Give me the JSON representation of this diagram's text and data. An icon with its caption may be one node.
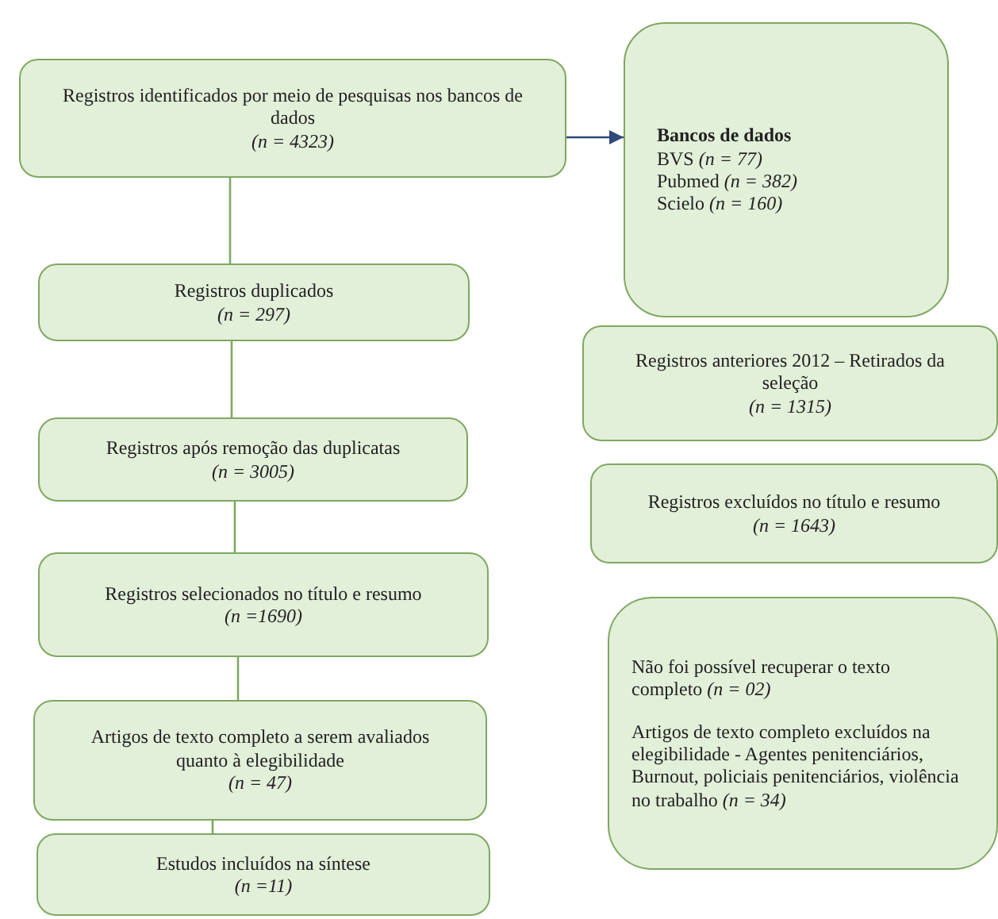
{
  "diagram": {
    "nodes": [
      {
        "text": [
          "Registros identificados por meio de pesquisas nos bancos de dados",
          "(n = 4323)"
        ]
      },
      {
        "text": [
          "Bancos de dados",
          "BVS *(n = 77)*",
          "Pubmed *(n = 382)*",
          "Scielo *(n = 160)*"
        ]
      },
      {
        "text": [
          "Registros duplicados",
          "(n = 297)"
        ]
      },
      {
        "text": [
          "Registros após remoção das duplicatas",
          "(n = 3005)"
        ]
      },
      {
        "text": [
          "Registros selecionados no título e resumo",
          "(n =1690)"
        ]
      },
      {
        "text": [
          "Artigos de texto completo a serem avaliados quanto à elegibilidade",
          "(n = 47)"
        ]
      },
      {
        "text": [
          "Estudos incluídos na síntese",
          "(n =11)"
        ]
      },
      {
        "text": [
          "Registros anteriores 2012 – Retirados da seleção",
          "(n = 1315)"
        ]
      },
      {
        "text": [
          "Registros excluídos no título e resumo",
          "(n = 1643)"
        ]
      },
      {
        "text": [
          "Não foi possível recuperar o texto completo *(n = 02)*",
          "Artigos de texto completo excluídos na elegibilidade - Agentes penitenciários, Burnout, policiais penitenciários, violência no trabalho *(n = 34)*"
        ]
      }
    ],
    "edges": [
      {
        "from": 0,
        "to": 1,
        "arrow": "to",
        "color": "#2f4a7a"
      },
      {
        "from": 0,
        "to": 2,
        "arrow": "none"
      },
      {
        "from": 2,
        "to": 3,
        "arrow": "none"
      },
      {
        "from": 3,
        "to": 4,
        "arrow": "none"
      },
      {
        "from": 4,
        "to": 5,
        "arrow": "none"
      },
      {
        "from": 5,
        "to": 6,
        "arrow": "none"
      }
    ]
  }
}
